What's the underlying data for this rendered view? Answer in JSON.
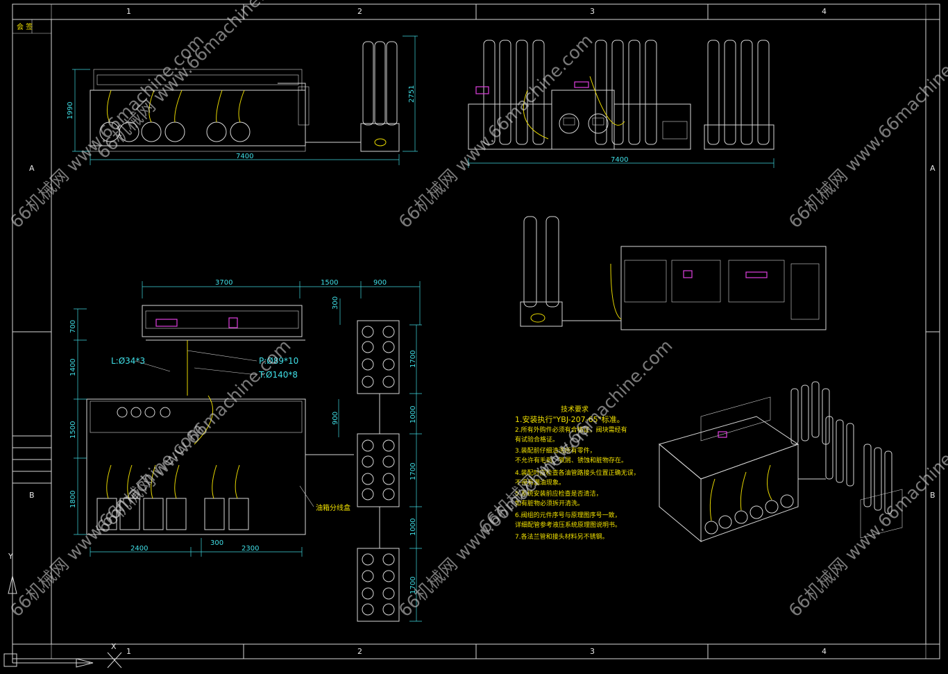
{
  "drawing": {
    "corner_label": "会 签",
    "grid_columns": [
      "1",
      "2",
      "3",
      "4"
    ],
    "grid_rows": [
      "A",
      "B"
    ],
    "ucs": {
      "y_label": "Y",
      "x_label": "X"
    }
  },
  "views": {
    "front_left": {
      "dims": [
        "1990",
        "2751",
        "7400"
      ]
    },
    "front_right": {
      "dims": [
        "7400"
      ]
    },
    "plan": {
      "dims_top": [
        "3700",
        "1500",
        "900"
      ],
      "dims_left": [
        "700",
        "1400",
        "1500",
        "1800"
      ],
      "dims_bottom": [
        "2400",
        "300",
        "2300"
      ],
      "dims_mid": [
        "300",
        "900"
      ],
      "dims_right": [
        "1700",
        "1000",
        "1700",
        "1000",
        "1700"
      ],
      "callouts": [
        "L:Ø34*3",
        "P:Ø89*10",
        "T:Ø140*8"
      ],
      "note": "油箱分线盒"
    }
  },
  "tech_req": {
    "title": "技术要求",
    "items": [
      "1.安装执行\"YBJ-207-65\"标准。",
      "2.所有外购件必须有合格证，阀块需经有",
      "  有试验合格证。",
      "3.装配前仔细清洗所有零件，",
      "  不允许有毛刺、铁屑、锈蚀和脏物存在。",
      "4.装配时应检查各油管路接头位置正确无误，",
      "  不得有漏油现象。",
      "5.系统安装前应检查是否清洁，",
      "  如有脏物必须拆开清洗。",
      "6.阀组的元件序号与原理图序号一致，",
      "  详细配管参考液压系统原理图说明书。",
      "7.各法兰管和接头材料另不锈钢。"
    ]
  },
  "watermarks": [
    "66机械网 www.66machine.com",
    "66机械网 www.66machine.com",
    "66机械网 www.66machine.com",
    "66机械网 www.66machine.com",
    "66机械网 www.66machine.com",
    "66机械网 www.66machine.com",
    "66机械网 www.66machine.com",
    "66机械网 www.66machine.com",
    "66机械网 www.66machine.com"
  ]
}
